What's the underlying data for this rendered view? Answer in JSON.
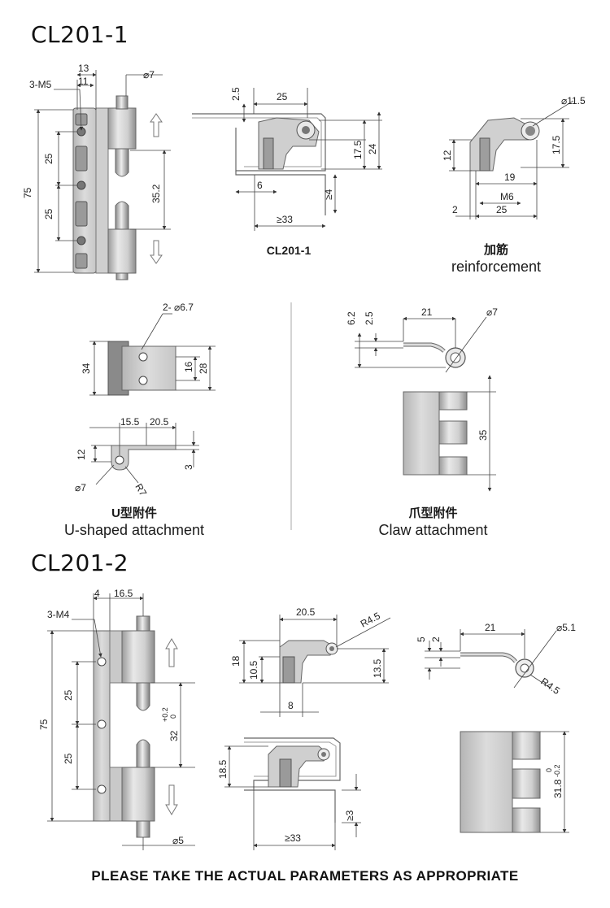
{
  "sections": {
    "cl201_1_title": "CL201-1",
    "cl201_2_title": "CL201-2"
  },
  "captions": {
    "cl201_1_side": "CL201-1",
    "reinforcement_cn": "加筋",
    "reinforcement_en": "reinforcement",
    "u_cn": "U型附件",
    "u_en": "U-shaped attachment",
    "claw_cn": "爪型附件",
    "claw_en": "Claw attachment"
  },
  "dims": {
    "a_13": "13",
    "a_11": "11",
    "a_3m5": "3-M5",
    "a_d7": "⌀7",
    "a_75": "75",
    "a_25a": "25",
    "a_25b": "25",
    "a_352": "35.2",
    "b_25": "25",
    "b_25v": "2.5",
    "b_175": "17.5",
    "b_24": "24",
    "b_6": "6",
    "b_ge4": "≥4",
    "b_ge33": "≥33",
    "c_d115": "⌀11.5",
    "c_12": "12",
    "c_175": "17.5",
    "c_19": "19",
    "c_m6": "M6",
    "c_2": "2",
    "c_25": "25",
    "d_2d67": "2- ⌀6.7",
    "d_34": "34",
    "d_16": "16",
    "d_28": "28",
    "e_155": "15.5",
    "e_205": "20.5",
    "e_12": "12",
    "e_3": "3",
    "e_d7": "⌀7",
    "e_r7": "R7",
    "f_62": "6.2",
    "f_25": "2.5",
    "f_21": "21",
    "f_d7": "⌀7",
    "g_35": "35",
    "h_3m4": "3-M4",
    "h_4": "4",
    "h_165": "16.5",
    "h_75": "75",
    "h_25a": "25",
    "h_25b": "25",
    "h_32": "32",
    "h_tol_p": "+0.2",
    "h_tol_0": "0",
    "h_d5": "⌀5",
    "i_205": "20.5",
    "i_r45": "R4.5",
    "i_18": "18",
    "i_105": "10.5",
    "i_135": "13.5",
    "i_8": "8",
    "j_185": "18.5",
    "j_ge3": "≥3",
    "j_ge33": "≥33",
    "k_5": "5",
    "k_2": "2",
    "k_21": "21",
    "k_d51": "⌀5.1",
    "k_r45": "R4.5",
    "l_318": "31.8",
    "l_tol_0": "0",
    "l_tol_m": "-0.2"
  },
  "footer": "PLEASE TAKE THE ACTUAL PARAMETERS AS APPROPRIATE",
  "colors": {
    "metal_light": "#e4e4e4",
    "metal_mid": "#bdbdbd",
    "metal_dark": "#8a8a8a",
    "hole": "#6f6f6f",
    "line": "#333333"
  }
}
